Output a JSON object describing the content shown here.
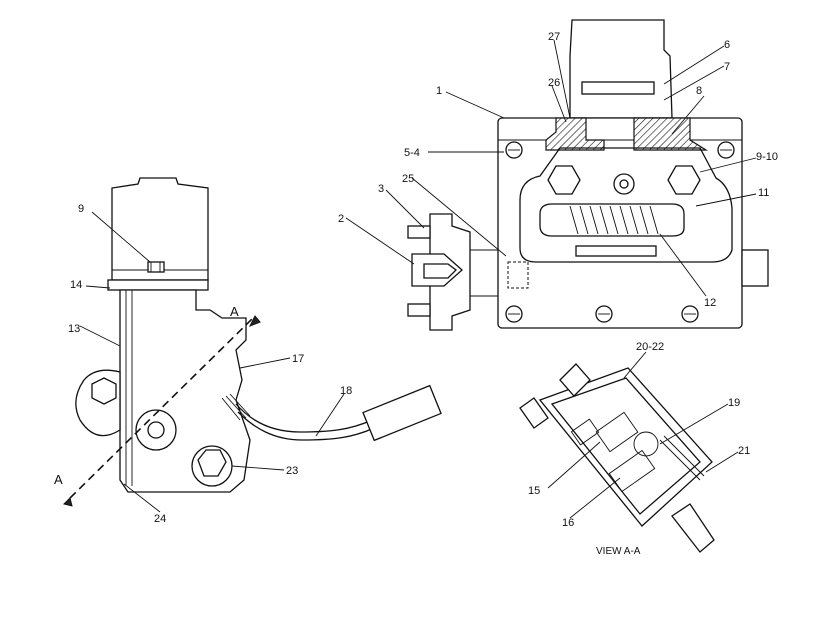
{
  "callouts": {
    "c1": "1",
    "c2": "2",
    "c3": "3",
    "c5_4": "5-4",
    "c6": "6",
    "c7": "7",
    "c8": "8",
    "c9_10": "9-10",
    "c9": "9",
    "c11": "11",
    "c12": "12",
    "c13": "13",
    "c14": "14",
    "c15": "15",
    "c16": "16",
    "c17": "17",
    "c18": "18",
    "c19": "19",
    "c20_22": "20-22",
    "c21": "21",
    "c23": "23",
    "c24": "24",
    "c25": "25",
    "c26": "26",
    "c27": "27"
  },
  "section_marker_top": "A",
  "section_marker_bottom": "A",
  "view_caption": "VIEW A-A"
}
